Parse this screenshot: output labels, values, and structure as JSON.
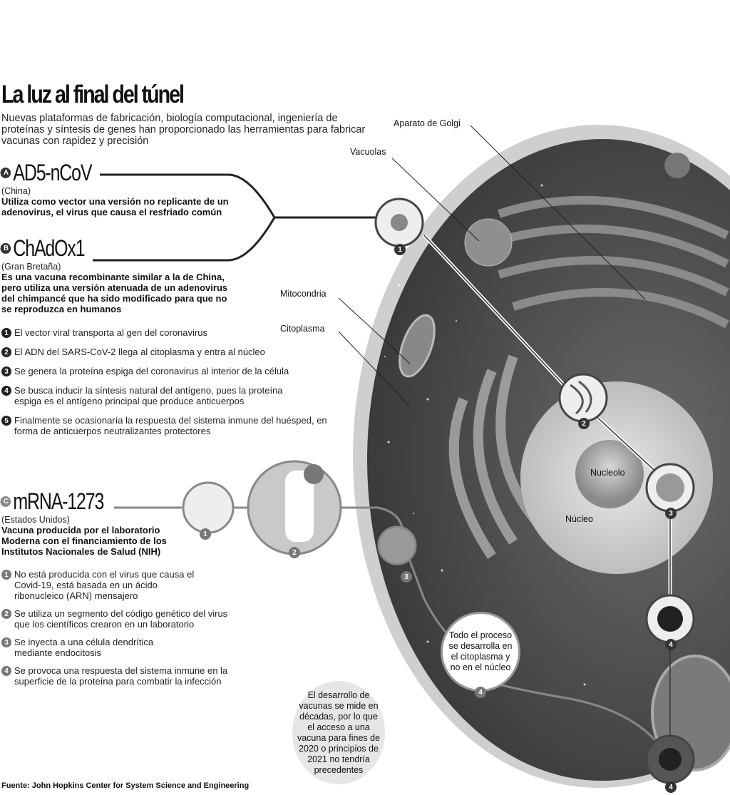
{
  "title": "La luz al final del túnel",
  "intro": "Nuevas plataformas de fabricación, biología computacional, ingeniería de proteínas y síntesis de genes han proporcionado las herramientas para fabricar vacunas con rapidez y precisión",
  "vaccines": [
    {
      "badge": "A",
      "name": "AD5-nCoV",
      "country": "(China)",
      "description": "Utiliza como vector una versión no replicante de un adenovirus, el virus que causa el resfriado común"
    },
    {
      "badge": "B",
      "name": "ChAdOx1",
      "country": "(Gran Bretaña)",
      "description": "Es una vacuna recombinante similar a la de China, pero utiliza una versión atenuada de un adenovirus del chimpancé que ha sido modificado para que no se reproduzca en humanos"
    },
    {
      "badge": "C",
      "name": "mRNA-1273",
      "country": "(Estados Unidos)",
      "description": "Vacuna producida por el laboratorio Moderna con el financiamiento de los Institutos Nacionales de Salud (NIH)"
    }
  ],
  "steps_ab": [
    {
      "n": "1",
      "text": "El vector viral transporta al gen del coronavirus"
    },
    {
      "n": "2",
      "text": "El ADN del SARS-CoV-2 llega al citoplasma y entra al núcleo"
    },
    {
      "n": "3",
      "text": "Se genera la proteína espiga del coronavirus al interior de la célula"
    },
    {
      "n": "4",
      "text": "Se busca inducir la síntesis natural del antígeno, pues la proteína espiga es el antígeno principal que produce anticuerpos"
    },
    {
      "n": "5",
      "text": "Finalmente se ocasionaría la respuesta del sistema inmune del huésped, en forma de anticuerpos neutralizantes protectores"
    }
  ],
  "steps_c": [
    {
      "n": "1",
      "text": "No está producida con el virus que causa el Covid-19, está basada en un ácido ribonucleico (ARN) mensajero"
    },
    {
      "n": "2",
      "text": "Se utiliza un segmento del código genético del virus que los científicos crearon en un laboratorio"
    },
    {
      "n": "3",
      "text": "Se inyecta a una célula dendrítica mediante endocitosis"
    },
    {
      "n": "4",
      "text": "Se provoca una respuesta del sistema inmune en la superficie de la proteína para combatir la infección"
    }
  ],
  "cell_labels": {
    "golgi": "Aparato de Golgi",
    "vacuolas": "Vacuolas",
    "mitocondria": "Mitocondria",
    "citoplasma": "Citoplasma",
    "nucleolo": "Nucleolo",
    "nucleo": "Núcleo"
  },
  "markers": {
    "a1": "1",
    "a2": "2",
    "a3": "3",
    "a4": "4",
    "a5": "4",
    "c1": "1",
    "c2": "2",
    "c3": "3",
    "c4": "4"
  },
  "bubble_process": "Todo el proceso se desarrolla en el citoplasma y no en el núcleo",
  "bubble_history": "El desarrollo de vacunas se mide en décadas, por lo que el acceso a una vacuna para fines de 2020 o principios de 2021 no tendría precedentes",
  "source": "Fuente: John Hopkins Center for System Science and Engineering"
}
